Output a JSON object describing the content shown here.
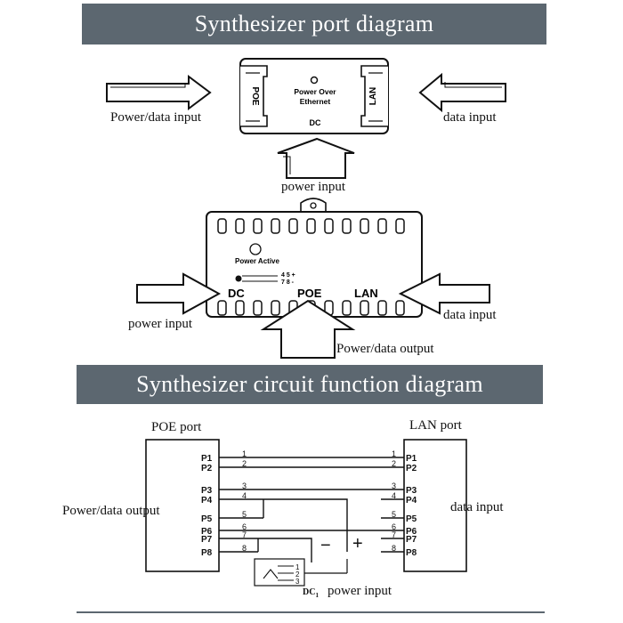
{
  "titles": {
    "top": "Synthesizer port diagram",
    "bottom": "Synthesizer circuit function diagram"
  },
  "device1": {
    "poe": "POE",
    "lan": "LAN",
    "dc": "DC",
    "center_line1": "Power  Over",
    "center_line2": "Ethernet",
    "left_label": "Power/data input",
    "right_label": "data input",
    "bottom_label": "power input"
  },
  "device2": {
    "power_active": "Power Active",
    "pin_plus": "4 5 +",
    "pin_minus": "7 8 -",
    "dc": "DC",
    "poe": "POE",
    "lan": "LAN",
    "left_label": "power input",
    "right_label": "data input",
    "bottom_label": "Power/data output"
  },
  "circuit": {
    "poe_port": "POE port",
    "lan_port": "LAN port",
    "left_label": "Power/data output",
    "right_label": "data input",
    "dc_label": "DC",
    "dc_sub": "1",
    "power_input": "power input",
    "minus": "−",
    "plus": "+",
    "pins": [
      "P1",
      "P2",
      "P3",
      "P4",
      "P5",
      "P6",
      "P7",
      "P8"
    ],
    "wire_numbers": [
      "1",
      "2",
      "3",
      "4",
      "5",
      "6",
      "7",
      "8"
    ],
    "connector_numbers": [
      "1",
      "2",
      "3"
    ]
  }
}
